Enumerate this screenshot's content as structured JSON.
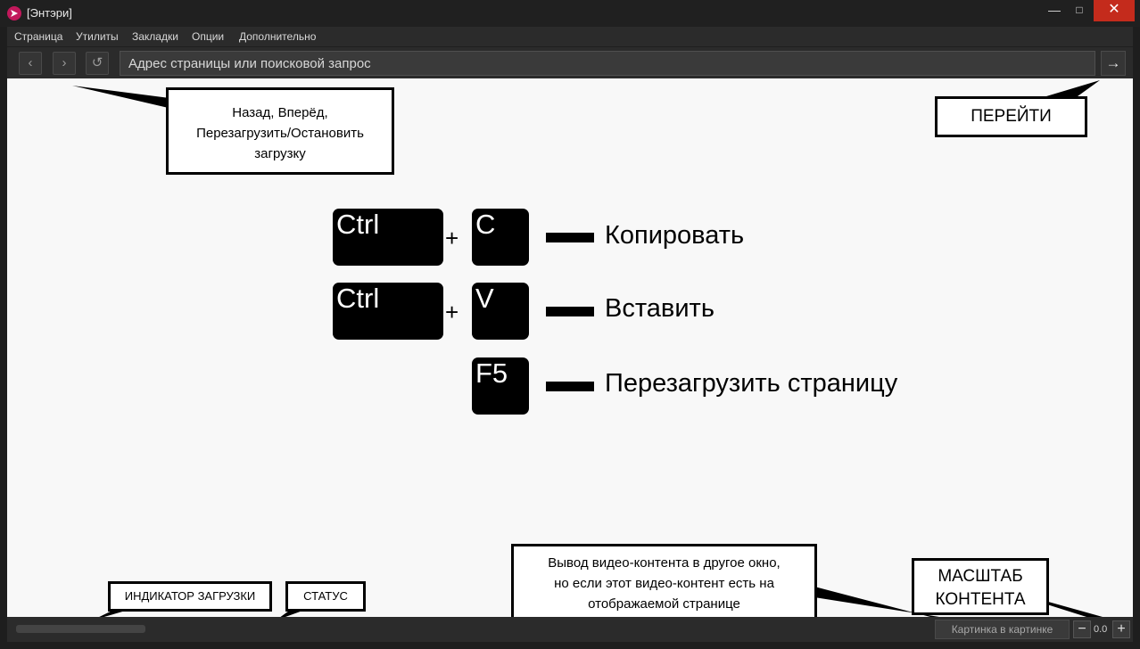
{
  "window": {
    "title": "[Энтэри]",
    "minimize": "—",
    "maximize": "□",
    "close": "✕"
  },
  "menu": [
    "Страница",
    "Утилиты",
    "Закладки",
    "Опции",
    "Дополнительно"
  ],
  "nav": {
    "back": "‹",
    "forward": "›",
    "reload": "↺",
    "address_placeholder": "Адрес страницы или поисковой запрос",
    "go": "→"
  },
  "callouts": {
    "nav_help": [
      "Назад, Вперёд,",
      "Перезагрузить/Остановить",
      "загрузку"
    ],
    "go": "ПЕРЕЙТИ",
    "loading": "ИНДИКАТОР ЗАГРУЗКИ",
    "status": "СТАТУС",
    "pip": [
      "Вывод видео-контента в другое окно,",
      "но если этот видео-контент есть на",
      "отображаемой странице"
    ],
    "zoom": [
      "МАСШТАБ",
      "КОНТЕНТА"
    ]
  },
  "shortcuts": [
    {
      "modifier": "Ctrl",
      "plus": "+",
      "key": "C",
      "action": "Копировать"
    },
    {
      "modifier": "Ctrl",
      "plus": "+",
      "key": "V",
      "action": "Вставить"
    },
    {
      "key": "F5",
      "action": "Перезагрузить страницу"
    }
  ],
  "statusbar": {
    "pip_label": "Картинка в картинке",
    "zoom_out": "−",
    "zoom_value": "0.0",
    "zoom_in": "+"
  },
  "colors": {
    "chrome_dark": "#202020",
    "panel": "#2b2b2b",
    "close_red": "#c42b1c",
    "logo_magenta": "#c2185b"
  },
  "icons": {
    "app": "app-logo-icon",
    "back": "chevron-left-icon",
    "forward": "chevron-right-icon",
    "reload": "reload-icon",
    "go": "arrow-right-icon"
  }
}
